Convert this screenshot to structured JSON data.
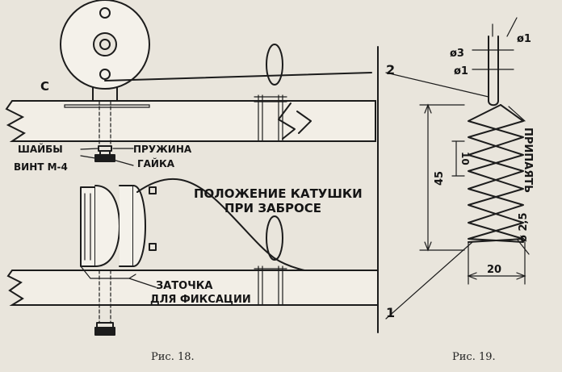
{
  "fig18": {
    "label_c": "С",
    "washers": "ШАЙБЫ",
    "spring": "ПРУЖИНА",
    "screw": "ВИНТ М-4",
    "nut": "ГАЙКА",
    "cast_position_line1": "ПОЛОЖЕНИЕ КАТУШКИ",
    "cast_position_line2": "ПРИ ЗАБРОСЕ",
    "notch_line1": "ЗАТОЧКА",
    "notch_line2": "ДЛЯ ФИКСАЦИИ",
    "caption": "Рис. 18."
  },
  "fig19": {
    "dia3": "ø3",
    "dia1_inner": "ø1",
    "dia1_wire": "ø1",
    "num2": "2",
    "num1": "1",
    "solder": "ПРИПАЯТЬ",
    "dim_45": "45",
    "dim_10": "10",
    "dim_20": "20",
    "dia25": "ø 2,5",
    "caption": "Рис. 19."
  }
}
